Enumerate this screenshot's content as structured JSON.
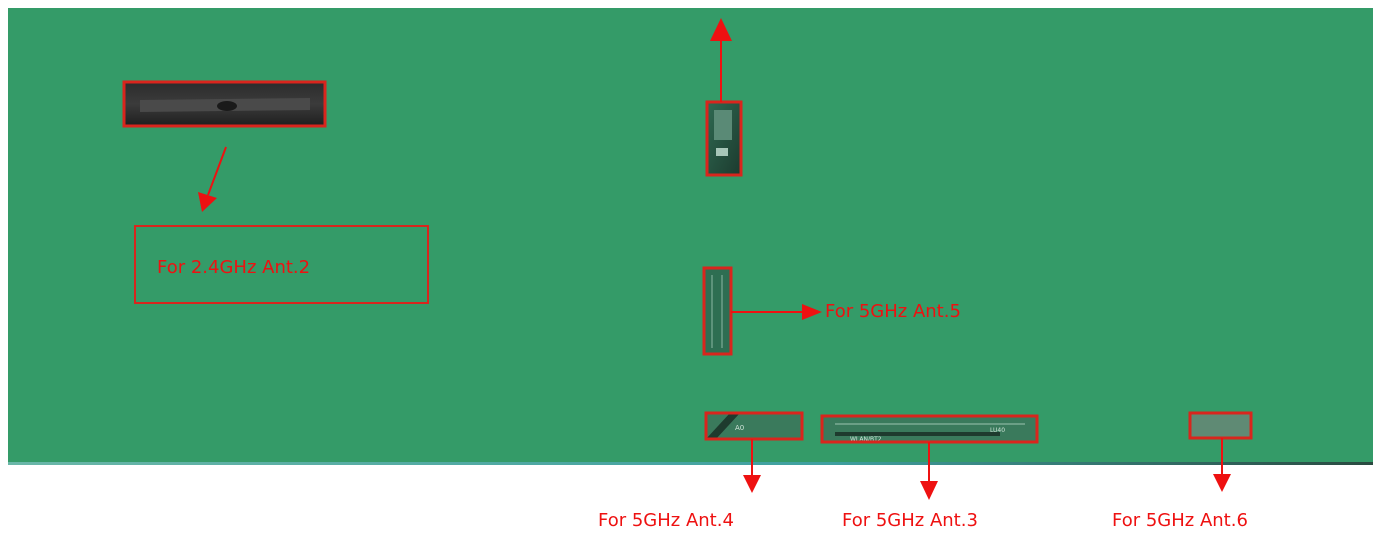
{
  "labels": {
    "ant2": "For 2.4GHz Ant.2",
    "ant5": "For 5GHz Ant.5",
    "ant4": "For 5GHz Ant.4",
    "ant3": "For 5GHz Ant.3",
    "ant6": "For 5GHz Ant.6"
  },
  "pcb_silkscreen": {
    "ant4_text": "A0",
    "ant3_text_a": "WLAN/BT2",
    "ant3_text_b": "LU40"
  },
  "colors": {
    "board": "#349b68",
    "highlight": "#d9251d",
    "label_text": "#ee1111"
  }
}
